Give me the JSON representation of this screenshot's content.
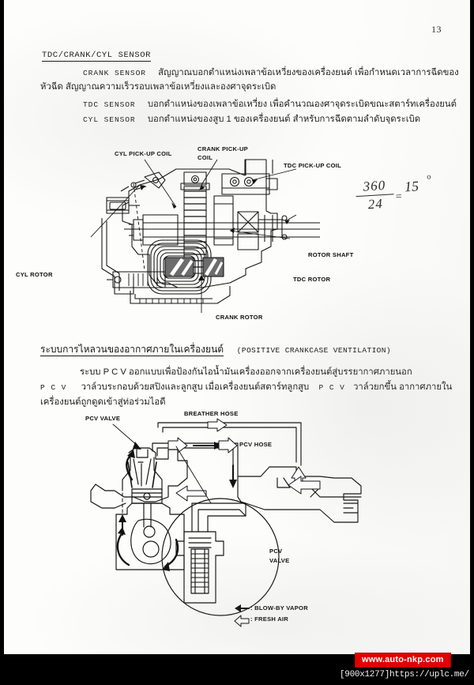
{
  "page": {
    "number": "13"
  },
  "section1": {
    "heading": "TDC/CRANK/CYL SENSOR",
    "paragraphs": [
      {
        "label": "CRANK SENSOR",
        "line1": "สัญญาณบอกตำแหน่งเพลาข้อเหวี่ยงของเครื่องยนต์ เพื่อกำหนดเวลาการฉีดของ",
        "line2": "หัวฉีด สัญญาณความเร็วรอบเพลาข้อเหวี่ยงและองศาจุดระเบิด"
      },
      {
        "label": "TDC SENSOR",
        "line1": "บอกตำแหน่งของเพลาข้อเหวี่ยง เพื่อคำนวณองศาจุดระเบิดขณะสตาร์ทเครื่องยนต์"
      },
      {
        "label": "CYL SENSOR",
        "line1": "บอกตำแหน่งของสูบ 1 ของเครื่องยนต์ สำหรับการฉีดตามลำดับจุดระเบิด"
      }
    ]
  },
  "diagram1": {
    "name": "tdc-crank-cyl-sensor-distributor-cutaway",
    "labels": {
      "cyl_pickup_coil": "CYL PICK-UP COIL",
      "crank_pickup_coil_l1": "CRANK PICK-UP",
      "crank_pickup_coil_l2": "COIL",
      "tdc_pickup_coil": "TDC PICK-UP COIL",
      "rotor_shaft": "ROTOR SHAFT",
      "tdc_rotor": "TDC ROTOR",
      "crank_rotor": "CRANK ROTOR",
      "cyl_rotor": "CYL ROTOR"
    },
    "handwriting": {
      "numerator": "360",
      "denominator": "24",
      "equals": "=",
      "result": "15",
      "degree": "o"
    }
  },
  "section2": {
    "heading_thai": "ระบบการไหลวนของอากาศภายในเครื่องยนต์",
    "heading_en": "(POSITIVE CRANKCASE VENTILATION)",
    "line1": "ระบบ  P C V    ออกแบบเพื่อป้องกันไอน้ำมันเครื่องออกจากเครื่องยนต์สู่บรรยากาศภายนอก",
    "line2_a": "P C V",
    "line2_b": "วาล์วบระกอบด้วยสปิงและลูกสูบ เมื่อเครื่องยนต์สตาร์ทลูกสูบ",
    "line2_c": "P C V",
    "line2_d": "วาล์วยกขึ้น อากาศภายใน",
    "line3": "เครื่องยนต์ถูกดูดเข้าสู่ท่อร่วมไอดี"
  },
  "diagram2": {
    "name": "pcv-positive-crankcase-ventilation-diagram",
    "labels": {
      "pcv_valve_top": "PCV VALVE",
      "breather_hose": "BREATHER HOSE",
      "pcv_hose": "PCV HOSE",
      "pcv_valve_detail_l1": "PCV",
      "pcv_valve_detail_l2": "VALVE"
    },
    "legend": [
      {
        "arrow": "solid",
        "text": ": BLOW-BY VAPOR"
      },
      {
        "arrow": "hollow",
        "text": ": FRESH AIR"
      }
    ]
  },
  "footer": {
    "watermark": "www.auto-nkp.com",
    "caption": "[900x1277]https://uplc.me/",
    "watermark_bg": "#e00000",
    "watermark_fg": "#ffffff"
  }
}
